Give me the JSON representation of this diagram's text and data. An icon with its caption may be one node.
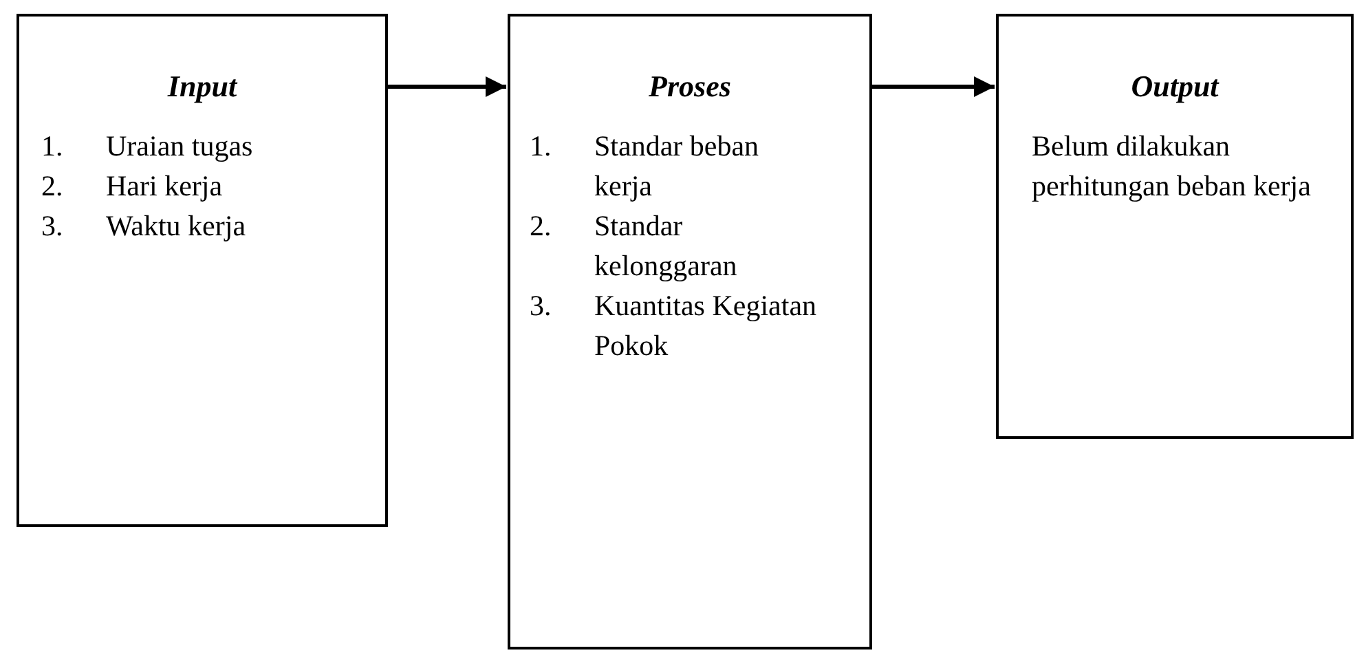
{
  "diagram": {
    "nodes": [
      {
        "text": [
          "Input",
          "1. Uraian tugas",
          "2. Hari kerja",
          "3. Waktu kerja"
        ]
      },
      {
        "text": [
          "Proses",
          "1. Standar beban kerja",
          "2. Standar kelonggaran",
          "3. Kuantitas Kegiatan Pokok"
        ]
      },
      {
        "text": [
          "Output",
          "Belum dilakukan perhitungan beban kerja"
        ]
      }
    ],
    "edges": [
      {
        "from": 0,
        "to": 1,
        "arrow": "to"
      },
      {
        "from": 1,
        "to": 2,
        "arrow": "to"
      }
    ]
  }
}
